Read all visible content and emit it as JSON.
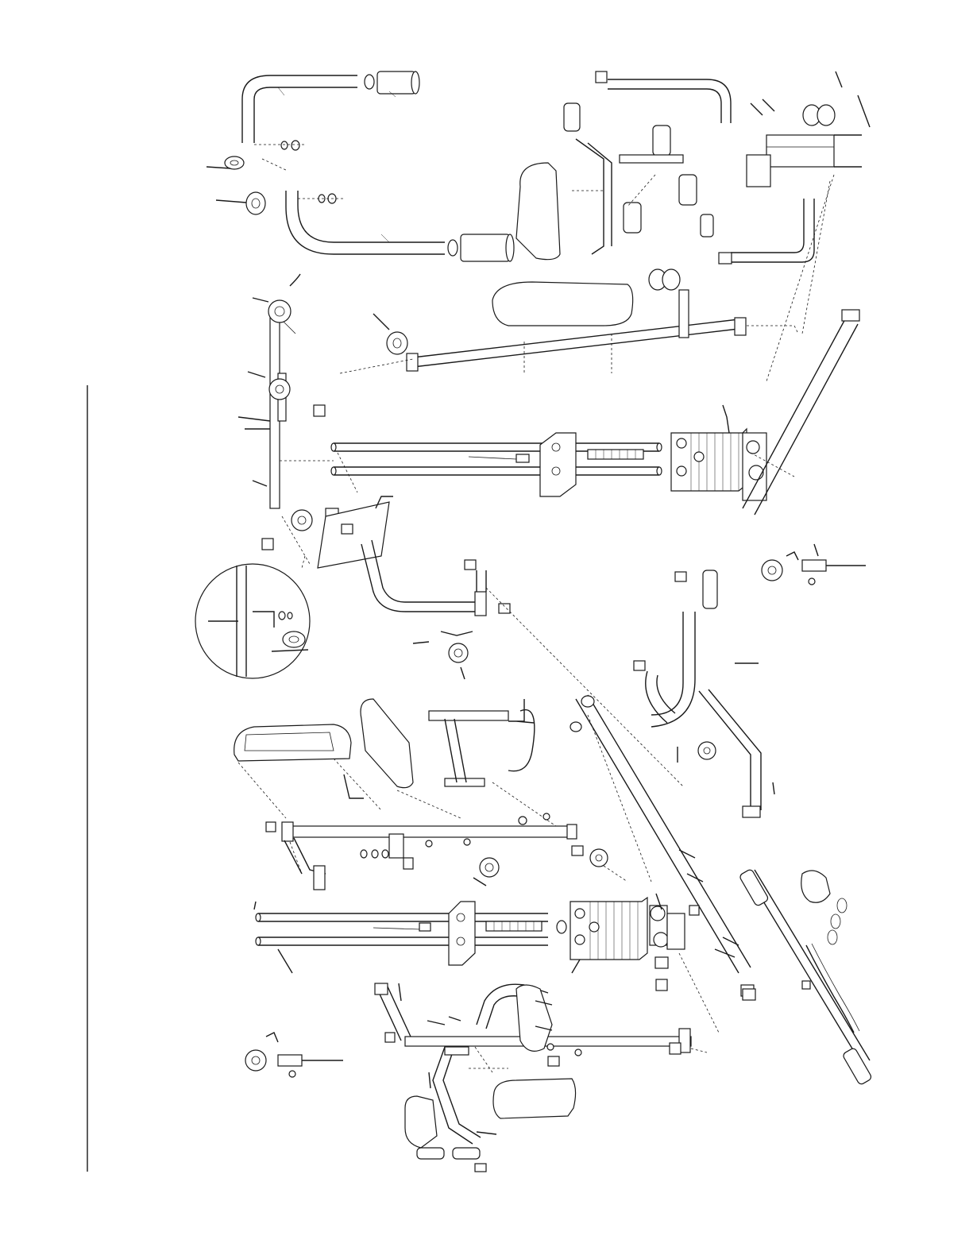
{
  "page": {
    "type": "exploded-parts-diagram",
    "orientation": "rotated-90"
  },
  "regions": [
    {
      "id": "arm-assembly-top-left"
    },
    {
      "id": "leg-lever-assembly-top-right"
    },
    {
      "id": "upper-frame-and-weight-stack"
    },
    {
      "id": "pulley-detail-circle"
    },
    {
      "id": "seat-and-press-arm-assembly"
    },
    {
      "id": "lower-frame-and-weight-stack"
    },
    {
      "id": "bench-and-leg-extension-bottom"
    },
    {
      "id": "accessories-bar-and-handles"
    }
  ]
}
